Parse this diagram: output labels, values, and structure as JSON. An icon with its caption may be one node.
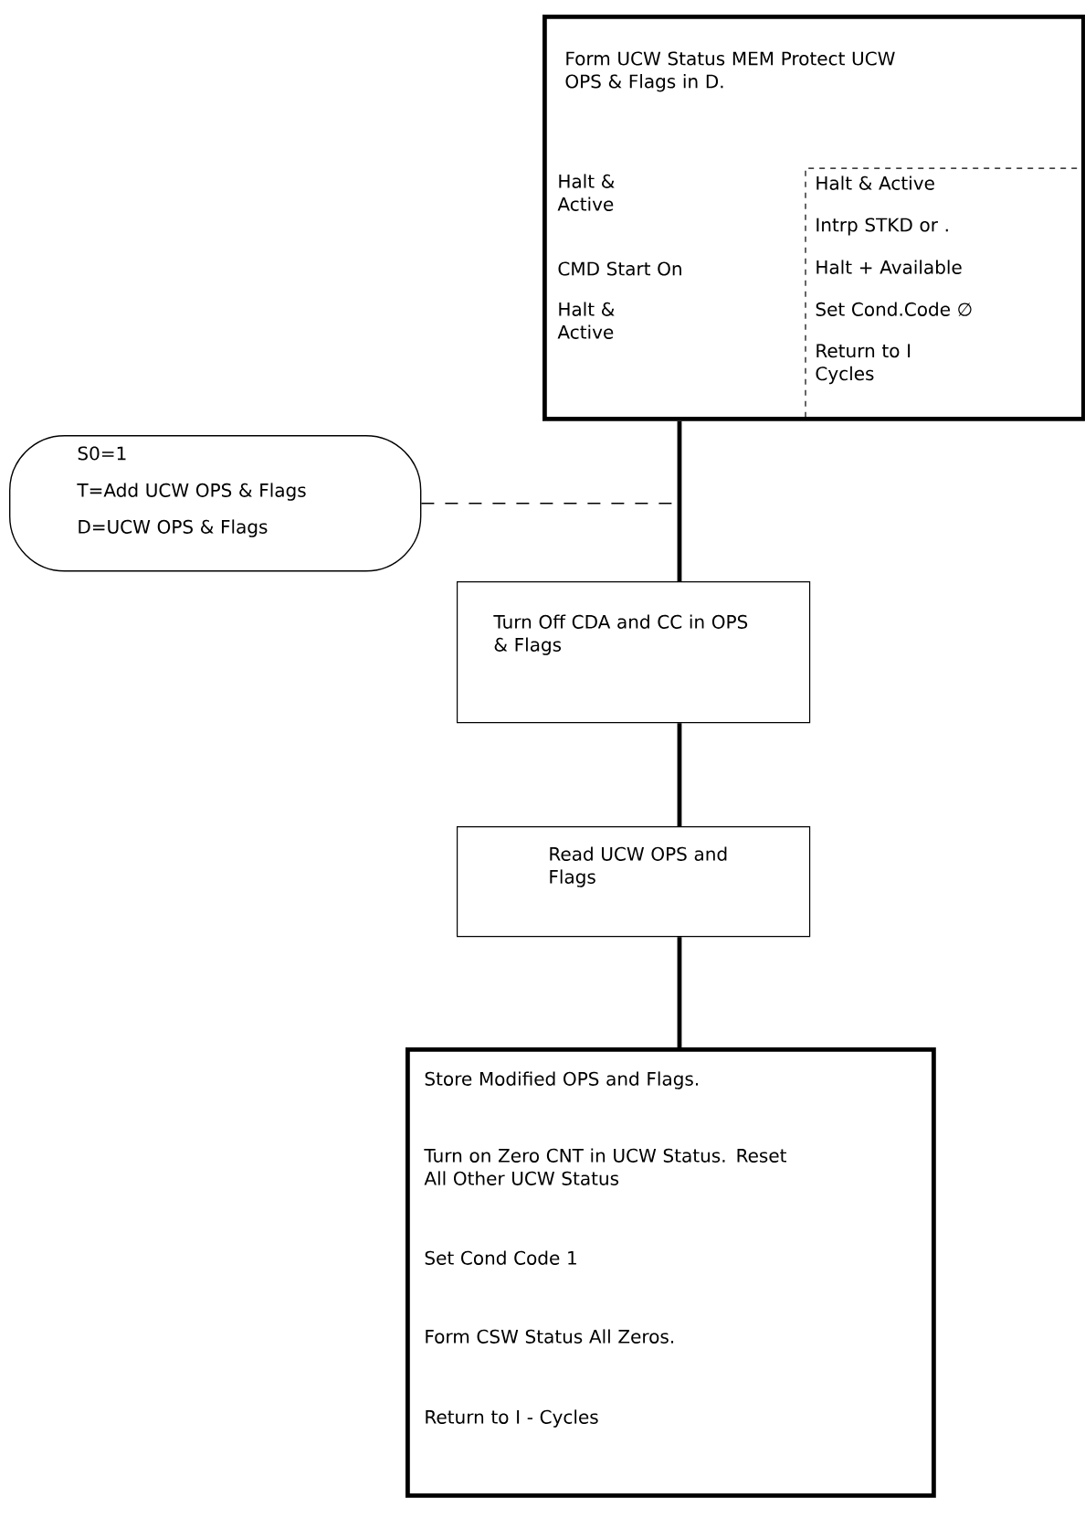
{
  "diagram": {
    "nodes": [
      {
        "text": [
          "Form UCW Status MEM Protect UCW OPS & Flags in D.",
          "Halt & Active",
          "CMD Start On",
          "Halt & Active"
        ]
      },
      {
        "text": [
          "Halt & Active",
          "Intrp STKD or .",
          "Halt + Available",
          "Set Cond.Code ∅",
          "Return to I Cycles"
        ],
        "in": 0
      },
      {
        "text": [
          "S0=1",
          "T=Add UCW OPS & Flags",
          "D=UCW OPS & Flags"
        ]
      },
      {
        "text": [
          "Turn Off CDA and CC in OPS & Flags"
        ]
      },
      {
        "text": [
          "Read UCW OPS and Flags"
        ]
      },
      {
        "text": [
          "Store Modified OPS and Flags.",
          "Turn on Zero CNT in UCW Status. Reset All Other UCW Status",
          "Set Cond Code 1",
          "Form CSW Status All Zeros.",
          "Return to I - Cycles"
        ]
      }
    ],
    "edges": [
      {
        "from": 0,
        "to": 3,
        "arrow": "none"
      },
      {
        "from": 2,
        "to": null,
        "arrow": "none",
        "style": "dashed"
      },
      {
        "from": 3,
        "to": 4,
        "arrow": "none"
      },
      {
        "from": 4,
        "to": 5,
        "arrow": "none"
      }
    ]
  }
}
